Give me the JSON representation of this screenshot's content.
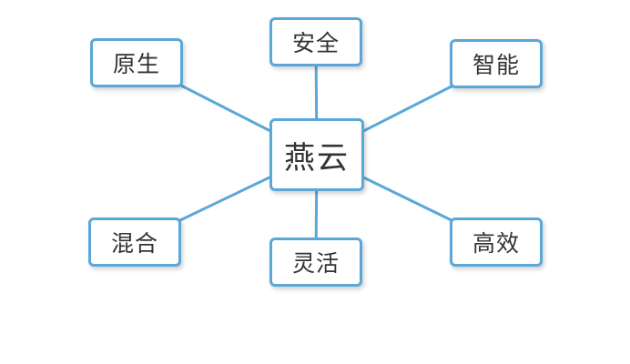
{
  "diagram": {
    "line_color": "#5aa7d8",
    "border_color": "#5aa7d8",
    "center": {
      "label": "燕云"
    },
    "nodes": [
      {
        "id": "yuansheng",
        "label": "原生"
      },
      {
        "id": "anquan",
        "label": "安全"
      },
      {
        "id": "zhineng",
        "label": "智能"
      },
      {
        "id": "hunhe",
        "label": "混合"
      },
      {
        "id": "linghuo",
        "label": "灵活"
      },
      {
        "id": "gaoxiao",
        "label": "高效"
      }
    ]
  }
}
